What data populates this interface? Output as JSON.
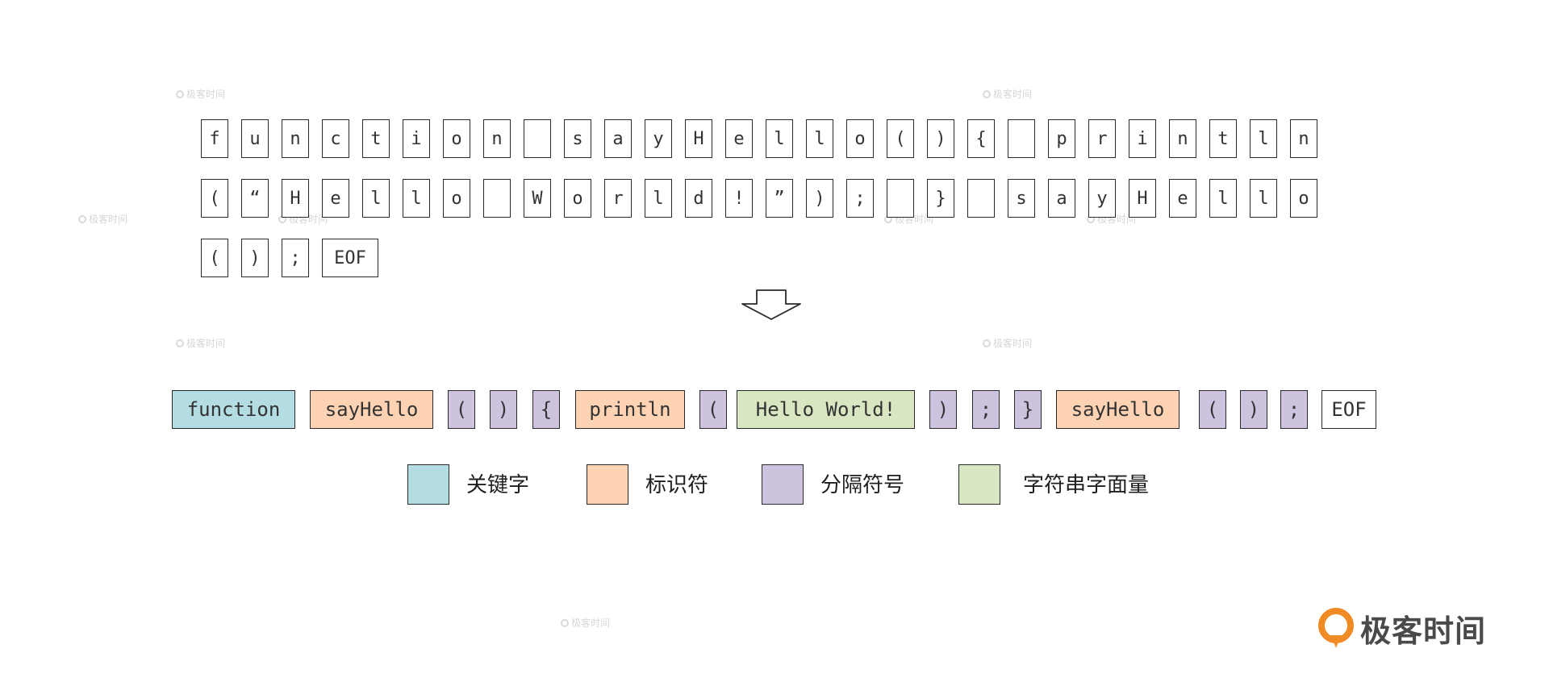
{
  "char_rows": [
    [
      "f",
      "u",
      "n",
      "c",
      "t",
      "i",
      "o",
      "n",
      " ",
      "s",
      "a",
      "y",
      "H",
      "e",
      "l",
      "l",
      "o",
      "(",
      ")",
      "{",
      " ",
      "p",
      "r",
      "i",
      "n",
      "t",
      "l",
      "n"
    ],
    [
      "(",
      "“",
      "H",
      "e",
      "l",
      "l",
      "o",
      " ",
      "W",
      "o",
      "r",
      "l",
      "d",
      "!",
      "”",
      ")",
      ";",
      " ",
      "}",
      " ",
      "s",
      "a",
      "y",
      "H",
      "e",
      "l",
      "l",
      "o"
    ],
    [
      "(",
      ")",
      ";",
      "EOF"
    ]
  ],
  "tokens": [
    {
      "text": "function",
      "kind": "keyword"
    },
    {
      "text": "sayHello",
      "kind": "identifier"
    },
    {
      "text": "(",
      "kind": "separator"
    },
    {
      "text": ")",
      "kind": "separator"
    },
    {
      "text": "{",
      "kind": "separator"
    },
    {
      "text": "println",
      "kind": "identifier"
    },
    {
      "text": "(",
      "kind": "separator"
    },
    {
      "text": "Hello World!",
      "kind": "string"
    },
    {
      "text": ")",
      "kind": "separator"
    },
    {
      "text": ";",
      "kind": "separator"
    },
    {
      "text": "}",
      "kind": "separator"
    },
    {
      "text": "sayHello",
      "kind": "identifier"
    },
    {
      "text": "(",
      "kind": "separator"
    },
    {
      "text": ")",
      "kind": "separator"
    },
    {
      "text": ";",
      "kind": "separator"
    },
    {
      "text": "EOF",
      "kind": "eof"
    }
  ],
  "colors": {
    "keyword": "#b4dce3",
    "identifier": "#fdd3b4",
    "separator": "#cdc3de",
    "string": "#d8e6c1",
    "eof": "#ffffff"
  },
  "legend": [
    {
      "kind": "keyword",
      "label": "关键字"
    },
    {
      "kind": "identifier",
      "label": "标识符"
    },
    {
      "kind": "separator",
      "label": "分隔符号"
    },
    {
      "kind": "string",
      "label": "字符串字面量"
    }
  ],
  "watermark": "极客时间",
  "logo": {
    "text": "极客时间",
    "color": "#f08a24"
  }
}
